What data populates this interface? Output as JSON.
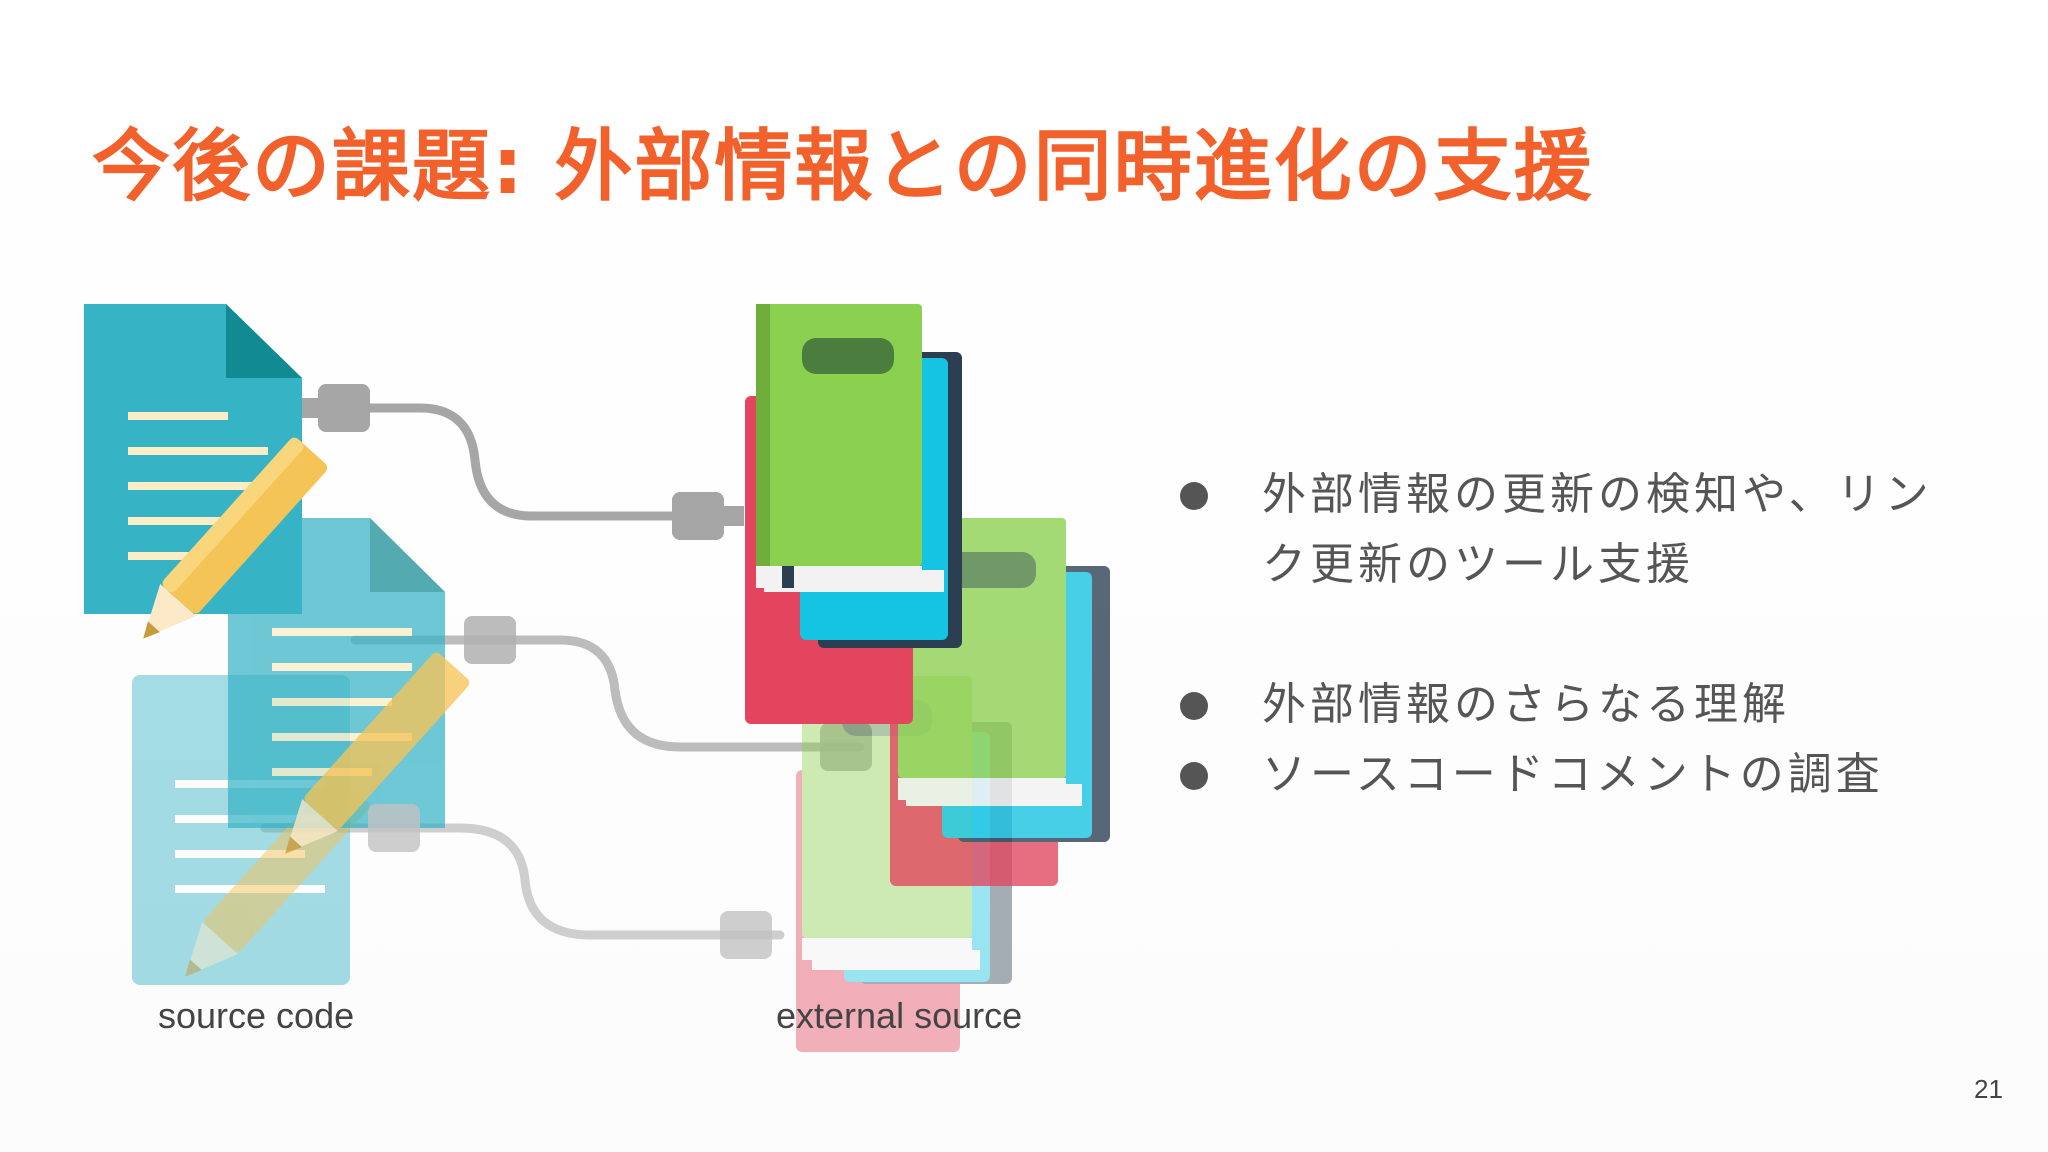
{
  "slide": {
    "title": "今後の課題: 外部情報との同時進化の支援",
    "page_number": "21"
  },
  "illustration": {
    "left_caption": "source code",
    "right_caption": "external source"
  },
  "bullets": [
    {
      "text": "外部情報の更新の検知や、リンク更新のツール支援"
    },
    {
      "text": "外部情報のさらなる理解"
    },
    {
      "text": "ソースコードコメントの調査"
    }
  ],
  "colors": {
    "title": "#f2612b",
    "document": "#36b3c5",
    "pencil": "#f5c457",
    "cable": "#a6a6a6",
    "book_green": "#8cd04f",
    "book_blue": "#15c3e3",
    "book_red": "#e2455d",
    "book_navy": "#2b3e52"
  }
}
